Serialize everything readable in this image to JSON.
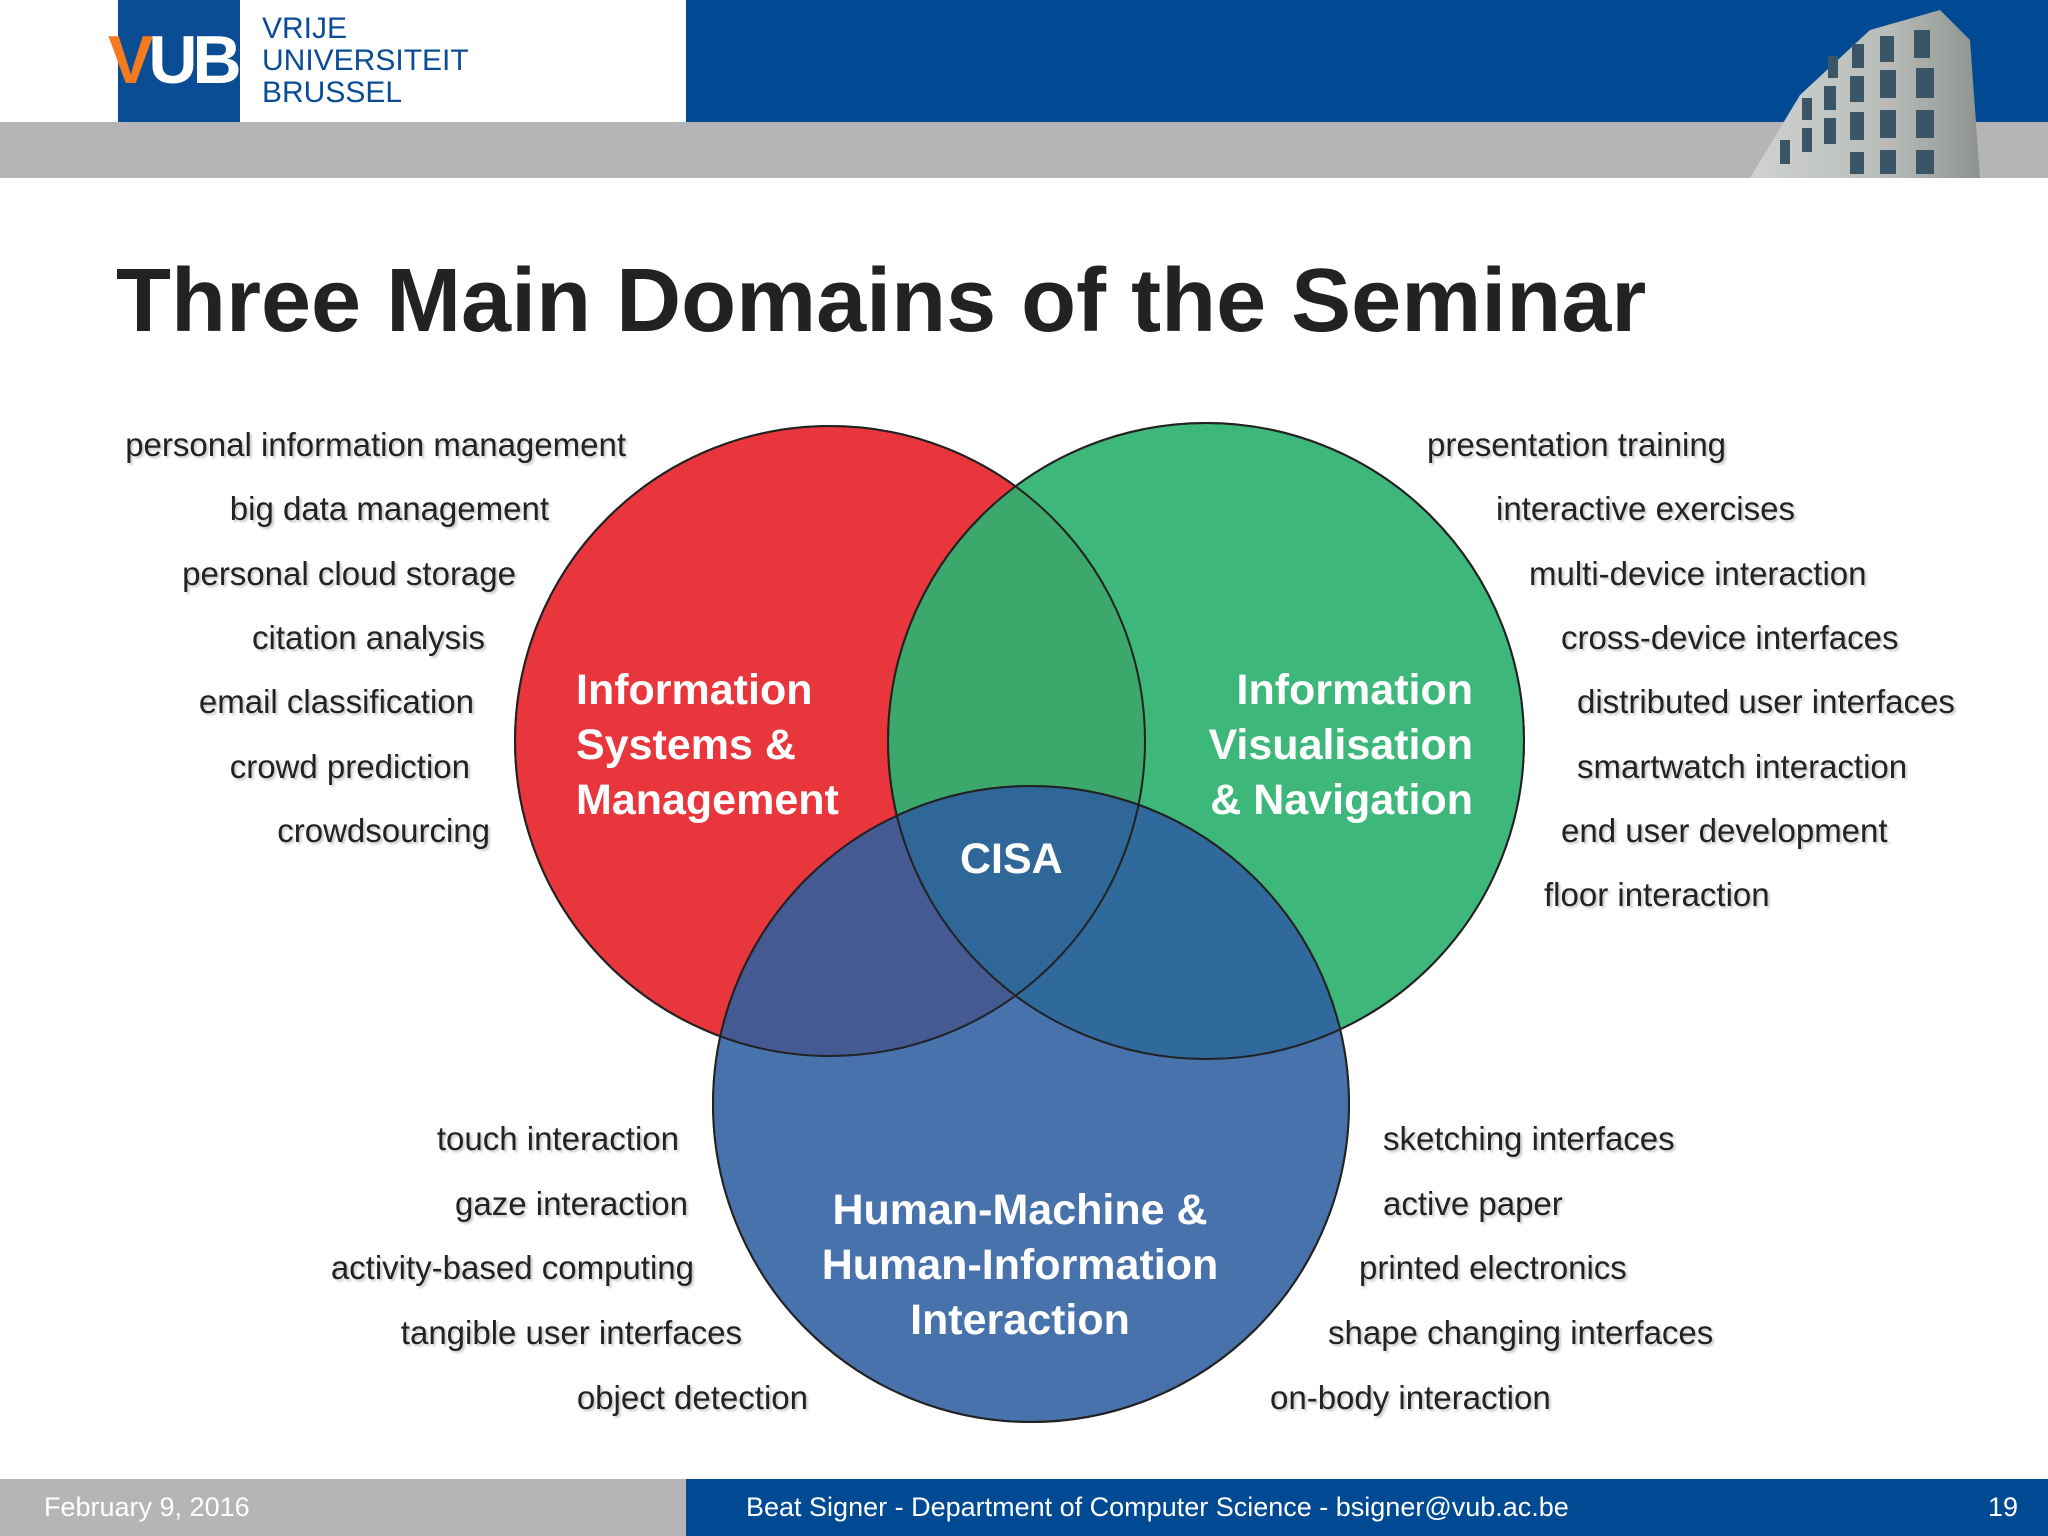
{
  "header": {
    "logo_text": "VUB",
    "logo_v": "V",
    "logo_rest": "UB",
    "university_lines": [
      "VRIJE",
      "UNIVERSITEIT",
      "BRUSSEL"
    ],
    "colors": {
      "primary_blue": "#004a94",
      "logo_orange": "#f47a1f",
      "grey_band": "#b5b4b7"
    }
  },
  "slide": {
    "title": "Three Main Domains of the Seminar"
  },
  "venn": {
    "circles": [
      {
        "id": "red",
        "label_lines": [
          "Information",
          "Systems &",
          "Management"
        ],
        "color": "#e8363c"
      },
      {
        "id": "green",
        "label_lines": [
          "Information",
          "Visualisation",
          "& Navigation"
        ],
        "color": "#2eb26f"
      },
      {
        "id": "blue",
        "label_lines": [
          "Human-Machine &",
          "Human-Information",
          "Interaction"
        ],
        "color": "#3567a3"
      }
    ],
    "center_label": "CISA"
  },
  "topics": {
    "top_left": [
      "personal information management",
      "big data management",
      "personal cloud storage",
      "citation analysis",
      "email classification",
      "crowd prediction",
      "crowdsourcing"
    ],
    "top_right": [
      "presentation training",
      "interactive exercises",
      "multi-device interaction",
      "cross-device interfaces",
      "distributed user interfaces",
      "smartwatch interaction",
      "end user development",
      "floor interaction"
    ],
    "bottom_left": [
      "touch interaction",
      "gaze interaction",
      "activity-based computing",
      "tangible user interfaces",
      "object detection"
    ],
    "bottom_right": [
      "sketching interfaces",
      "active paper",
      "printed electronics",
      "shape changing interfaces",
      "on-body interaction"
    ]
  },
  "footer": {
    "date": "February 9, 2016",
    "credit": "Beat Signer - Department of Computer Science - bsigner@vub.ac.be",
    "page": "19"
  }
}
